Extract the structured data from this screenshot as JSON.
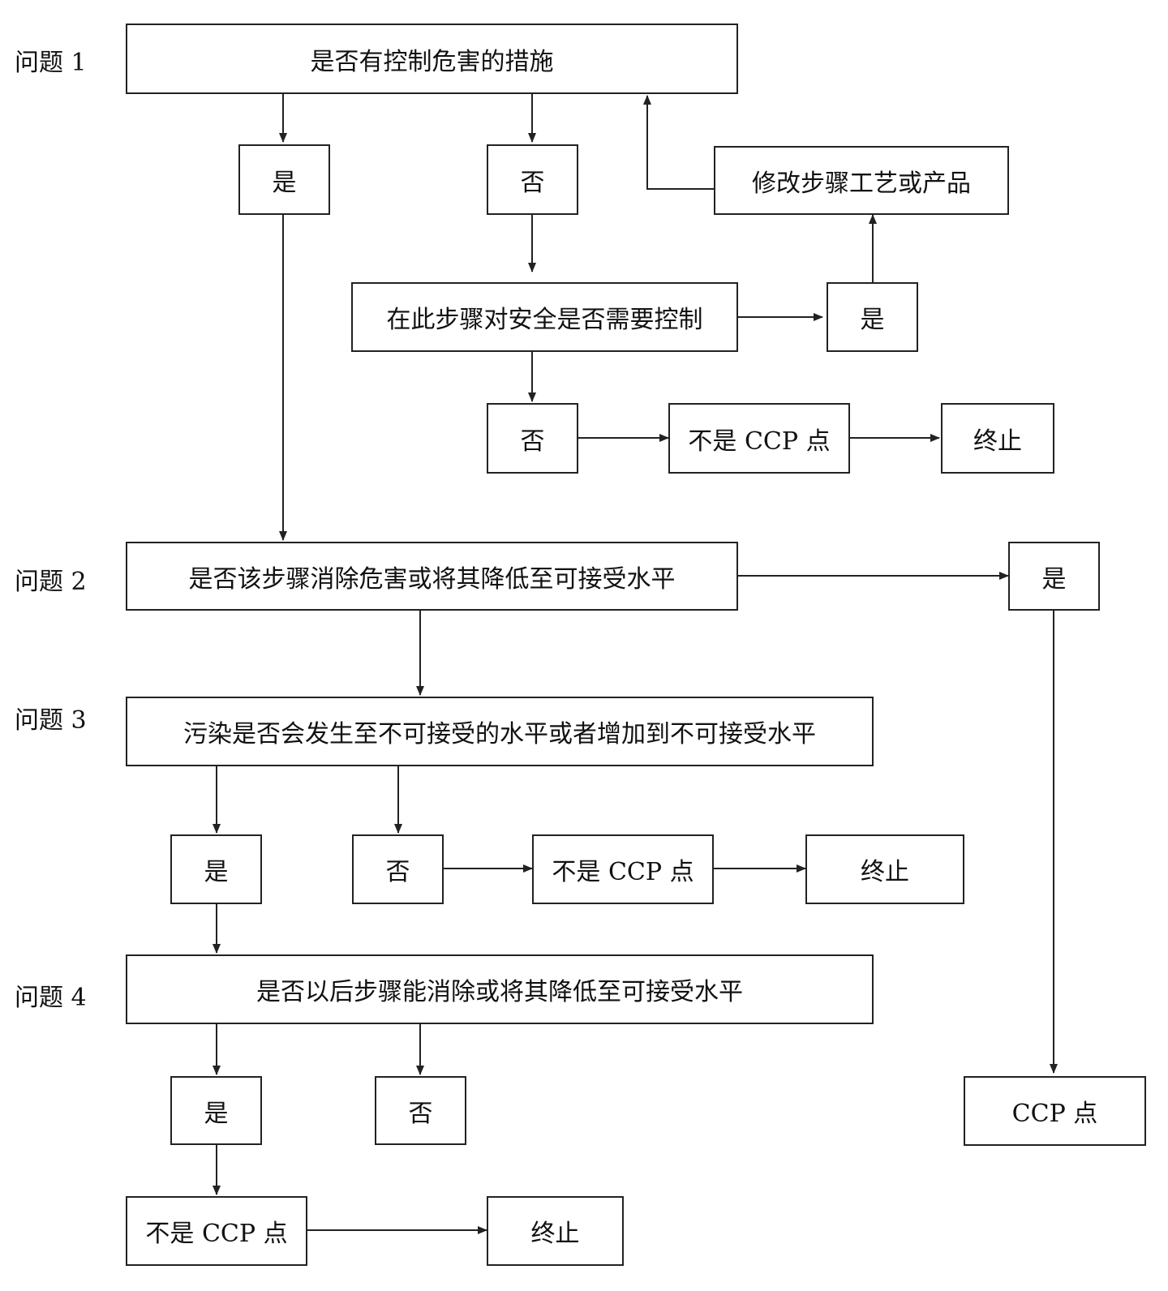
{
  "questions": {
    "q1": "问题 1",
    "q2": "问题 2",
    "q3": "问题 3",
    "q4": "问题 4"
  },
  "nodes": {
    "q1_text": "是否有控制危害的措施",
    "q1_yes": "是",
    "q1_no": "否",
    "modify": "修改步骤工艺或产品",
    "need_control": "在此步骤对安全是否需要控制",
    "need_control_yes": "是",
    "need_control_no": "否",
    "not_ccp_1": "不是 CCP 点",
    "stop_1": "终止",
    "q2_text": "是否该步骤消除危害或将其降低至可接受水平",
    "q2_yes": "是",
    "q3_text": "污染是否会发生至不可接受的水平或者增加到不可接受水平",
    "q3_yes": "是",
    "q3_no": "否",
    "not_ccp_2": "不是 CCP 点",
    "stop_2": "终止",
    "q4_text": "是否以后步骤能消除或将其降低至可接受水平",
    "q4_yes": "是",
    "q4_no": "否",
    "ccp": "CCP 点",
    "not_ccp_3": "不是 CCP 点",
    "stop_3": "终止"
  }
}
